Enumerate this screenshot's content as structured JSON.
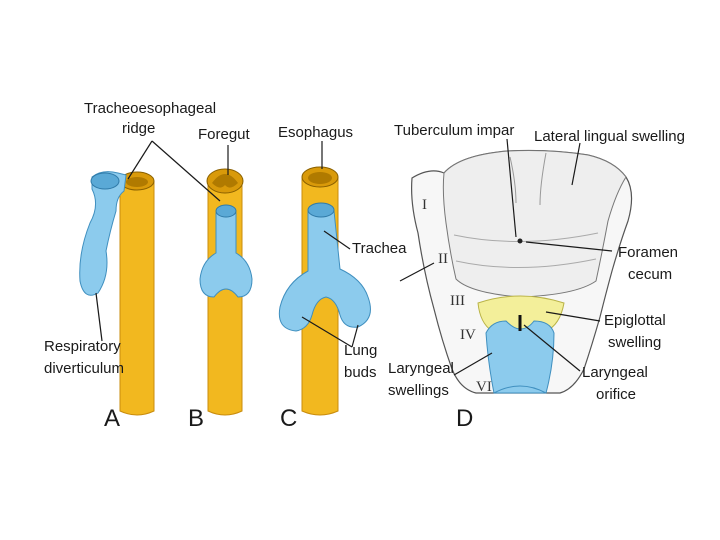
{
  "colors": {
    "endoderm": "#f2b81f",
    "endoderm_dark": "#d99a0a",
    "respiratory": "#8ccbed",
    "respiratory_dark": "#5aa9d6",
    "tongue": "#eeeeee",
    "epiglottis": "#f3ef9a",
    "page": "#ffffff"
  },
  "panels": {
    "a": "A",
    "b": "B",
    "c": "C",
    "d": "D"
  },
  "labels": {
    "tracheoesophageal_1": "Tracheoesophageal",
    "tracheoesophageal_2": "ridge",
    "foregut": "Foregut",
    "esophagus": "Esophagus",
    "tuberculum_impar": "Tuberculum impar",
    "lateral_lingual": "Lateral lingual swelling",
    "trachea": "Trachea",
    "foramen_1": "Foramen",
    "foramen_2": "cecum",
    "epiglottal_1": "Epiglottal",
    "epiglottal_2": "swelling",
    "laryngeal_orifice_1": "Laryngeal",
    "laryngeal_orifice_2": "orifice",
    "respiratory_1": "Respiratory",
    "respiratory_2": "diverticulum",
    "lung_1": "Lung",
    "lung_2": "buds",
    "laryngeal_swellings_1": "Laryngeal",
    "laryngeal_swellings_2": "swellings"
  },
  "arches": {
    "i": "I",
    "ii": "II",
    "iii": "III",
    "iv": "IV",
    "vi": "VI"
  }
}
